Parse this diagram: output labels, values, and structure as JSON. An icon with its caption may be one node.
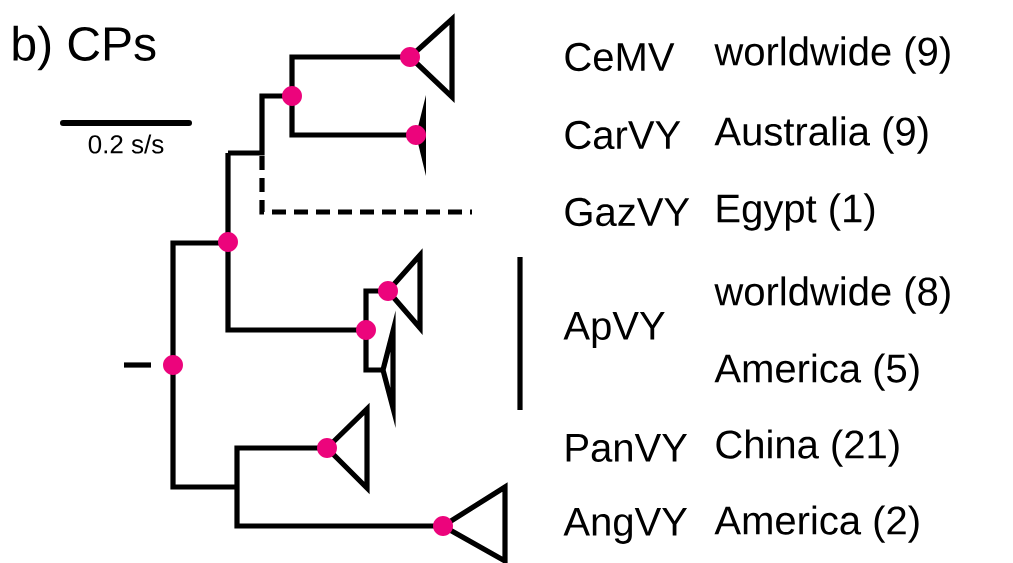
{
  "diagram": {
    "title": "b) CPs",
    "labels": [
      "0.2 s/s",
      "CeMV",
      "worldwide (9)",
      "CarVY",
      "Australia (9)",
      "GazVY",
      "Egypt (1)",
      "worldwide (8)",
      "ApVY",
      "America (5)",
      "PanVY",
      "China (21)",
      "AngVY",
      "America (2)"
    ]
  }
}
